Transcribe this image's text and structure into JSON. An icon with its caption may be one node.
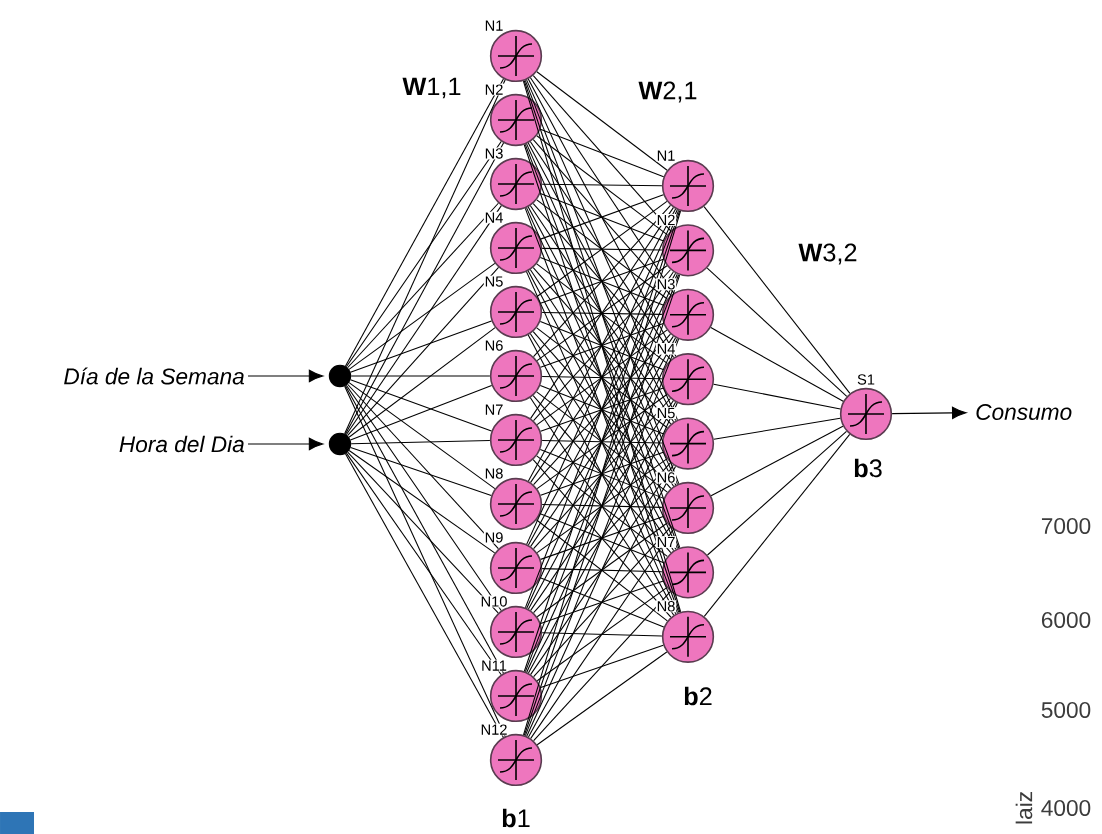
{
  "diagram": {
    "nodes": [
      {
        "text": [
          "Día de la Semana"
        ]
      },
      {
        "text": [
          "Hora del Dia"
        ]
      },
      {
        "text": [],
        "shape": "circle"
      },
      {
        "text": [],
        "shape": "circle"
      },
      {
        "text": [],
        "shape": "circle",
        "beside": [
          "N1"
        ]
      },
      {
        "text": [],
        "shape": "circle",
        "beside": [
          "N2"
        ]
      },
      {
        "text": [],
        "shape": "circle",
        "beside": [
          "N3"
        ]
      },
      {
        "text": [],
        "shape": "circle",
        "beside": [
          "N4"
        ]
      },
      {
        "text": [],
        "shape": "circle",
        "beside": [
          "N5"
        ]
      },
      {
        "text": [],
        "shape": "circle",
        "beside": [
          "N6"
        ]
      },
      {
        "text": [],
        "shape": "circle",
        "beside": [
          "N7"
        ]
      },
      {
        "text": [],
        "shape": "circle",
        "beside": [
          "N8"
        ]
      },
      {
        "text": [],
        "shape": "circle",
        "beside": [
          "N9"
        ]
      },
      {
        "text": [],
        "shape": "circle",
        "beside": [
          "N10"
        ]
      },
      {
        "text": [],
        "shape": "circle",
        "beside": [
          "N11"
        ]
      },
      {
        "text": [],
        "shape": "circle",
        "beside": [
          "N12"
        ]
      },
      {
        "text": [],
        "shape": "circle",
        "beside": [
          "N1"
        ]
      },
      {
        "text": [],
        "shape": "circle",
        "beside": [
          "N2"
        ]
      },
      {
        "text": [],
        "shape": "circle",
        "beside": [
          "N3"
        ]
      },
      {
        "text": [],
        "shape": "circle",
        "beside": [
          "N4"
        ]
      },
      {
        "text": [],
        "shape": "circle",
        "beside": [
          "N5"
        ]
      },
      {
        "text": [],
        "shape": "circle",
        "beside": [
          "N6"
        ]
      },
      {
        "text": [],
        "shape": "circle",
        "beside": [
          "N7"
        ]
      },
      {
        "text": [],
        "shape": "circle",
        "beside": [
          "N8"
        ]
      },
      {
        "text": [],
        "shape": "circle",
        "beside": [
          "S1"
        ]
      },
      {
        "text": [
          "Consumo"
        ]
      }
    ],
    "edges": [
      {
        "from": 0,
        "to": 2,
        "arrow": "to"
      },
      {
        "from": 1,
        "to": 3,
        "arrow": "to"
      },
      {
        "from": 2,
        "to": 4,
        "arrow": "none"
      },
      {
        "from": 2,
        "to": 5,
        "arrow": "none"
      },
      {
        "from": 2,
        "to": 6,
        "arrow": "none"
      },
      {
        "from": 2,
        "to": 7,
        "arrow": "none"
      },
      {
        "from": 2,
        "to": 8,
        "arrow": "none"
      },
      {
        "from": 2,
        "to": 9,
        "arrow": "none"
      },
      {
        "from": 2,
        "to": 10,
        "arrow": "none"
      },
      {
        "from": 2,
        "to": 11,
        "arrow": "none"
      },
      {
        "from": 2,
        "to": 12,
        "arrow": "none"
      },
      {
        "from": 2,
        "to": 13,
        "arrow": "none"
      },
      {
        "from": 2,
        "to": 14,
        "arrow": "none"
      },
      {
        "from": 2,
        "to": 15,
        "arrow": "none"
      },
      {
        "from": 3,
        "to": 4,
        "arrow": "none"
      },
      {
        "from": 3,
        "to": 5,
        "arrow": "none"
      },
      {
        "from": 3,
        "to": 6,
        "arrow": "none"
      },
      {
        "from": 3,
        "to": 7,
        "arrow": "none"
      },
      {
        "from": 3,
        "to": 8,
        "arrow": "none"
      },
      {
        "from": 3,
        "to": 9,
        "arrow": "none"
      },
      {
        "from": 3,
        "to": 10,
        "arrow": "none"
      },
      {
        "from": 3,
        "to": 11,
        "arrow": "none"
      },
      {
        "from": 3,
        "to": 12,
        "arrow": "none"
      },
      {
        "from": 3,
        "to": 13,
        "arrow": "none"
      },
      {
        "from": 3,
        "to": 14,
        "arrow": "none"
      },
      {
        "from": 3,
        "to": 15,
        "arrow": "none"
      },
      {
        "from": 4,
        "to": 16,
        "arrow": "none"
      },
      {
        "from": 4,
        "to": 17,
        "arrow": "none"
      },
      {
        "from": 4,
        "to": 18,
        "arrow": "none"
      },
      {
        "from": 4,
        "to": 19,
        "arrow": "none"
      },
      {
        "from": 4,
        "to": 20,
        "arrow": "none"
      },
      {
        "from": 4,
        "to": 21,
        "arrow": "none"
      },
      {
        "from": 4,
        "to": 22,
        "arrow": "none"
      },
      {
        "from": 4,
        "to": 23,
        "arrow": "none"
      },
      {
        "from": 5,
        "to": 16,
        "arrow": "none"
      },
      {
        "from": 5,
        "to": 17,
        "arrow": "none"
      },
      {
        "from": 5,
        "to": 18,
        "arrow": "none"
      },
      {
        "from": 5,
        "to": 19,
        "arrow": "none"
      },
      {
        "from": 5,
        "to": 20,
        "arrow": "none"
      },
      {
        "from": 5,
        "to": 21,
        "arrow": "none"
      },
      {
        "from": 5,
        "to": 22,
        "arrow": "none"
      },
      {
        "from": 5,
        "to": 23,
        "arrow": "none"
      },
      {
        "from": 6,
        "to": 16,
        "arrow": "none"
      },
      {
        "from": 6,
        "to": 17,
        "arrow": "none"
      },
      {
        "from": 6,
        "to": 18,
        "arrow": "none"
      },
      {
        "from": 6,
        "to": 19,
        "arrow": "none"
      },
      {
        "from": 6,
        "to": 20,
        "arrow": "none"
      },
      {
        "from": 6,
        "to": 21,
        "arrow": "none"
      },
      {
        "from": 6,
        "to": 22,
        "arrow": "none"
      },
      {
        "from": 6,
        "to": 23,
        "arrow": "none"
      },
      {
        "from": 7,
        "to": 16,
        "arrow": "none"
      },
      {
        "from": 7,
        "to": 17,
        "arrow": "none"
      },
      {
        "from": 7,
        "to": 18,
        "arrow": "none"
      },
      {
        "from": 7,
        "to": 19,
        "arrow": "none"
      },
      {
        "from": 7,
        "to": 20,
        "arrow": "none"
      },
      {
        "from": 7,
        "to": 21,
        "arrow": "none"
      },
      {
        "from": 7,
        "to": 22,
        "arrow": "none"
      },
      {
        "from": 7,
        "to": 23,
        "arrow": "none"
      },
      {
        "from": 8,
        "to": 16,
        "arrow": "none"
      },
      {
        "from": 8,
        "to": 17,
        "arrow": "none"
      },
      {
        "from": 8,
        "to": 18,
        "arrow": "none"
      },
      {
        "from": 8,
        "to": 19,
        "arrow": "none"
      },
      {
        "from": 8,
        "to": 20,
        "arrow": "none"
      },
      {
        "from": 8,
        "to": 21,
        "arrow": "none"
      },
      {
        "from": 8,
        "to": 22,
        "arrow": "none"
      },
      {
        "from": 8,
        "to": 23,
        "arrow": "none"
      },
      {
        "from": 9,
        "to": 16,
        "arrow": "none"
      },
      {
        "from": 9,
        "to": 17,
        "arrow": "none"
      },
      {
        "from": 9,
        "to": 18,
        "arrow": "none"
      },
      {
        "from": 9,
        "to": 19,
        "arrow": "none"
      },
      {
        "from": 9,
        "to": 20,
        "arrow": "none"
      },
      {
        "from": 9,
        "to": 21,
        "arrow": "none"
      },
      {
        "from": 9,
        "to": 22,
        "arrow": "none"
      },
      {
        "from": 9,
        "to": 23,
        "arrow": "none"
      },
      {
        "from": 10,
        "to": 16,
        "arrow": "none"
      },
      {
        "from": 10,
        "to": 17,
        "arrow": "none"
      },
      {
        "from": 10,
        "to": 18,
        "arrow": "none"
      },
      {
        "from": 10,
        "to": 19,
        "arrow": "none"
      },
      {
        "from": 10,
        "to": 20,
        "arrow": "none"
      },
      {
        "from": 10,
        "to": 21,
        "arrow": "none"
      },
      {
        "from": 10,
        "to": 22,
        "arrow": "none"
      },
      {
        "from": 10,
        "to": 23,
        "arrow": "none"
      },
      {
        "from": 11,
        "to": 16,
        "arrow": "none"
      },
      {
        "from": 11,
        "to": 17,
        "arrow": "none"
      },
      {
        "from": 11,
        "to": 18,
        "arrow": "none"
      },
      {
        "from": 11,
        "to": 19,
        "arrow": "none"
      },
      {
        "from": 11,
        "to": 20,
        "arrow": "none"
      },
      {
        "from": 11,
        "to": 21,
        "arrow": "none"
      },
      {
        "from": 11,
        "to": 22,
        "arrow": "none"
      },
      {
        "from": 11,
        "to": 23,
        "arrow": "none"
      },
      {
        "from": 12,
        "to": 16,
        "arrow": "none"
      },
      {
        "from": 12,
        "to": 17,
        "arrow": "none"
      },
      {
        "from": 12,
        "to": 18,
        "arrow": "none"
      },
      {
        "from": 12,
        "to": 19,
        "arrow": "none"
      },
      {
        "from": 12,
        "to": 20,
        "arrow": "none"
      },
      {
        "from": 12,
        "to": 21,
        "arrow": "none"
      },
      {
        "from": 12,
        "to": 22,
        "arrow": "none"
      },
      {
        "from": 12,
        "to": 23,
        "arrow": "none"
      },
      {
        "from": 13,
        "to": 16,
        "arrow": "none"
      },
      {
        "from": 13,
        "to": 17,
        "arrow": "none"
      },
      {
        "from": 13,
        "to": 18,
        "arrow": "none"
      },
      {
        "from": 13,
        "to": 19,
        "arrow": "none"
      },
      {
        "from": 13,
        "to": 20,
        "arrow": "none"
      },
      {
        "from": 13,
        "to": 21,
        "arrow": "none"
      },
      {
        "from": 13,
        "to": 22,
        "arrow": "none"
      },
      {
        "from": 13,
        "to": 23,
        "arrow": "none"
      },
      {
        "from": 14,
        "to": 16,
        "arrow": "none"
      },
      {
        "from": 14,
        "to": 17,
        "arrow": "none"
      },
      {
        "from": 14,
        "to": 18,
        "arrow": "none"
      },
      {
        "from": 14,
        "to": 19,
        "arrow": "none"
      },
      {
        "from": 14,
        "to": 20,
        "arrow": "none"
      },
      {
        "from": 14,
        "to": 21,
        "arrow": "none"
      },
      {
        "from": 14,
        "to": 22,
        "arrow": "none"
      },
      {
        "from": 14,
        "to": 23,
        "arrow": "none"
      },
      {
        "from": 15,
        "to": 16,
        "arrow": "none"
      },
      {
        "from": 15,
        "to": 17,
        "arrow": "none"
      },
      {
        "from": 15,
        "to": 18,
        "arrow": "none"
      },
      {
        "from": 15,
        "to": 19,
        "arrow": "none"
      },
      {
        "from": 15,
        "to": 20,
        "arrow": "none"
      },
      {
        "from": 15,
        "to": 21,
        "arrow": "none"
      },
      {
        "from": 15,
        "to": 22,
        "arrow": "none"
      },
      {
        "from": 15,
        "to": 23,
        "arrow": "none"
      },
      {
        "from": 16,
        "to": 24,
        "arrow": "none"
      },
      {
        "from": 17,
        "to": 24,
        "arrow": "none"
      },
      {
        "from": 18,
        "to": 24,
        "arrow": "none"
      },
      {
        "from": 19,
        "to": 24,
        "arrow": "none"
      },
      {
        "from": 20,
        "to": 24,
        "arrow": "none"
      },
      {
        "from": 21,
        "to": 24,
        "arrow": "none"
      },
      {
        "from": 22,
        "to": 24,
        "arrow": "none"
      },
      {
        "from": 23,
        "to": 24,
        "arrow": "none"
      },
      {
        "from": 24,
        "to": 25,
        "arrow": "to"
      }
    ],
    "labels": [
      "**W**1,1",
      "**W**2,1",
      "**W**3,2",
      "**b**3",
      "7000",
      "**b**2",
      "6000",
      "5000",
      "laiz",
      "4000",
      "**b**1"
    ]
  }
}
